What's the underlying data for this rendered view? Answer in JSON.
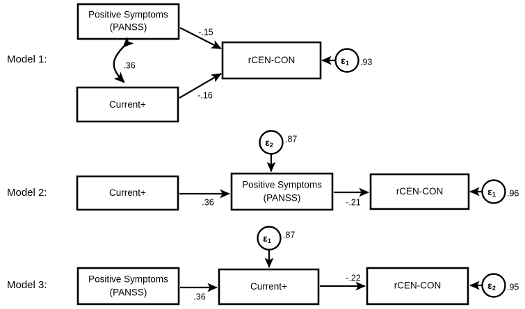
{
  "figure": {
    "type": "path-diagram",
    "background_color": "#ffffff",
    "line_color": "#000000"
  },
  "models": [
    {
      "label": "Model 1:",
      "nodes": [
        {
          "id": "m1-panss",
          "line1": "Positive Symptoms",
          "line2": "(PANSS)"
        },
        {
          "id": "m1-current",
          "line1": "Current+",
          "line2": ""
        },
        {
          "id": "m1-rcen",
          "line1": "rCEN-CON",
          "line2": ""
        }
      ],
      "errors": [
        {
          "id": "m1-e1",
          "symbol": "ε",
          "subscript": "1",
          "coefficient": ".93"
        }
      ],
      "paths": [
        {
          "from": "m1-panss",
          "to": "m1-rcen",
          "coefficient": "-.15",
          "kind": "directed"
        },
        {
          "from": "m1-current",
          "to": "m1-rcen",
          "coefficient": "-.16",
          "kind": "directed"
        },
        {
          "from": "m1-panss",
          "to": "m1-current",
          "coefficient": ".36",
          "kind": "covariance"
        }
      ]
    },
    {
      "label": "Model 2:",
      "nodes": [
        {
          "id": "m2-current",
          "line1": "Current+",
          "line2": ""
        },
        {
          "id": "m2-panss",
          "line1": "Positive Symptoms",
          "line2": "(PANSS)"
        },
        {
          "id": "m2-rcen",
          "line1": "rCEN-CON",
          "line2": ""
        }
      ],
      "errors": [
        {
          "id": "m2-e2",
          "symbol": "ε",
          "subscript": "2",
          "coefficient": ".87"
        },
        {
          "id": "m2-e1",
          "symbol": "ε",
          "subscript": "1",
          "coefficient": ".96"
        }
      ],
      "paths": [
        {
          "from": "m2-current",
          "to": "m2-panss",
          "coefficient": ".36",
          "kind": "directed"
        },
        {
          "from": "m2-panss",
          "to": "m2-rcen",
          "coefficient": "-.21",
          "kind": "directed"
        }
      ]
    },
    {
      "label": "Model 3:",
      "nodes": [
        {
          "id": "m3-panss",
          "line1": "Positive Symptoms",
          "line2": "(PANSS)"
        },
        {
          "id": "m3-current",
          "line1": "Current+",
          "line2": ""
        },
        {
          "id": "m3-rcen",
          "line1": "rCEN-CON",
          "line2": ""
        }
      ],
      "errors": [
        {
          "id": "m3-e1",
          "symbol": "ε",
          "subscript": "1",
          "coefficient": ".87"
        },
        {
          "id": "m3-e2",
          "symbol": "ε",
          "subscript": "2",
          "coefficient": ".95"
        }
      ],
      "paths": [
        {
          "from": "m3-panss",
          "to": "m3-current",
          "coefficient": ".36",
          "kind": "directed"
        },
        {
          "from": "m3-current",
          "to": "m3-rcen",
          "coefficient": "-.22",
          "kind": "directed"
        }
      ]
    }
  ]
}
